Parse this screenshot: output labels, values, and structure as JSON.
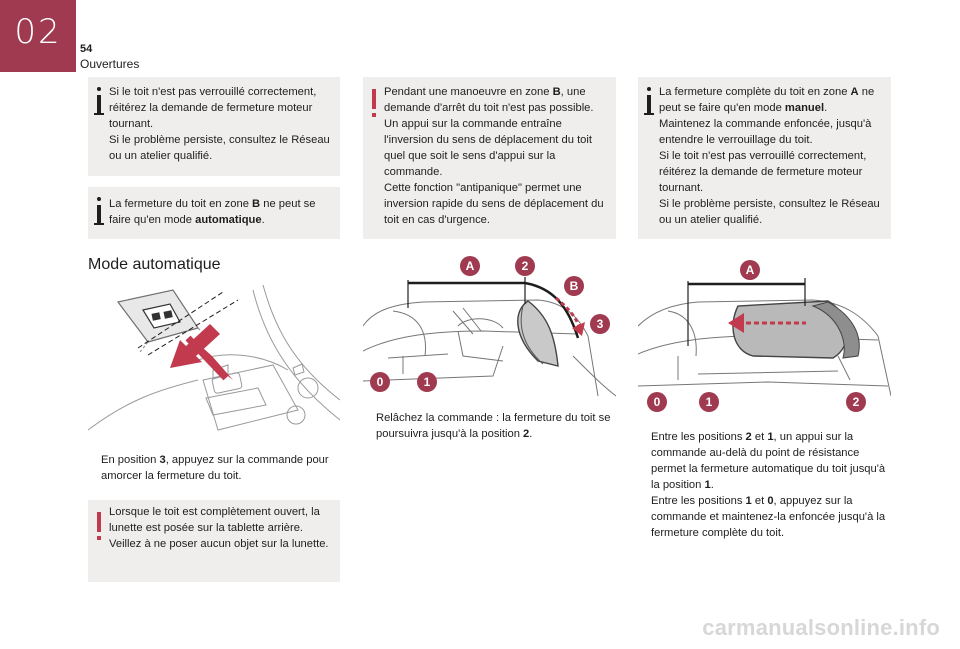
{
  "header": {
    "chapter": "02",
    "page_number": "54",
    "section": "Ouvertures"
  },
  "note1": {
    "line1": "Si le toit n'est pas verrouillé correctement, réitérez la demande de fermeture moteur tournant.",
    "line2": "Si le problème persiste, consultez le Réseau ou un atelier qualifié."
  },
  "note2": {
    "pre": "La fermeture du toit en zone ",
    "b1": "B",
    "mid": " ne peut se faire qu'en mode ",
    "b2": "automatique",
    "post": "."
  },
  "warn1": {
    "pre": "Pendant une manoeuvre en zone ",
    "b1": "B",
    "mid": ", une demande d'arrêt du toit n'est pas possible.",
    "line2": "Un appui sur la commande entraîne l'inversion du sens de déplacement du toit quel que soit le sens d'appui sur la commande.",
    "line3": "Cette fonction \"antipanique\" permet une inversion rapide du sens de déplacement du toit en cas d'urgence."
  },
  "note3": {
    "pre": "La fermeture complète du toit en zone ",
    "b1": "A",
    "mid": " ne peut se faire qu'en mode ",
    "b2": "manuel",
    "post": ".",
    "line2": "Maintenez la commande enfoncée, jusqu'à entendre le verrouillage du toit.",
    "line3": "Si le toit n'est pas verrouillé correctement, réitérez la demande de fermeture moteur tournant.",
    "line4": "Si le problème persiste, consultez le Réseau ou un atelier qualifié."
  },
  "heading": "Mode automatique",
  "step1": {
    "glyph": "",
    "pre": "En position ",
    "b1": "3",
    "post": ", appuyez sur la commande pour amorcer la fermeture du toit."
  },
  "warn2": {
    "text": "Lorsque le toit est complètement ouvert, la lunette est posée sur la tablette arrière. Veillez à ne poser aucun objet sur la lunette."
  },
  "step2": {
    "glyph": "",
    "pre": "Relâchez la commande : la fermeture du toit se poursuivra jusqu'à la position ",
    "b1": "2",
    "post": "."
  },
  "step3": {
    "glyph": "",
    "pre": "Entre les positions ",
    "b1": "2",
    "mid": " et ",
    "b2": "1",
    "post": ", un appui sur la commande au-delà du point de résistance permet la fermeture automatique du toit jusqu'à la position ",
    "b3": "1",
    "end": "."
  },
  "step4": {
    "glyph": "",
    "pre": "Entre les positions ",
    "b1": "1",
    "mid": " et ",
    "b2": "0",
    "post": ", appuyez sur la commande et maintenez-la enfoncée jusqu'à la fermeture complète du toit."
  },
  "fig2_labels": {
    "A": "A",
    "n2": "2",
    "B": "B",
    "n3": "3",
    "n0": "0",
    "n1": "1"
  },
  "fig3_labels": {
    "A": "A",
    "n0": "0",
    "n1": "1",
    "n2": "2"
  },
  "footer": "carmanualsonline.info",
  "colors": {
    "accent": "#a03a50",
    "warning": "#c23a4d",
    "box_bg": "#efeeec"
  }
}
